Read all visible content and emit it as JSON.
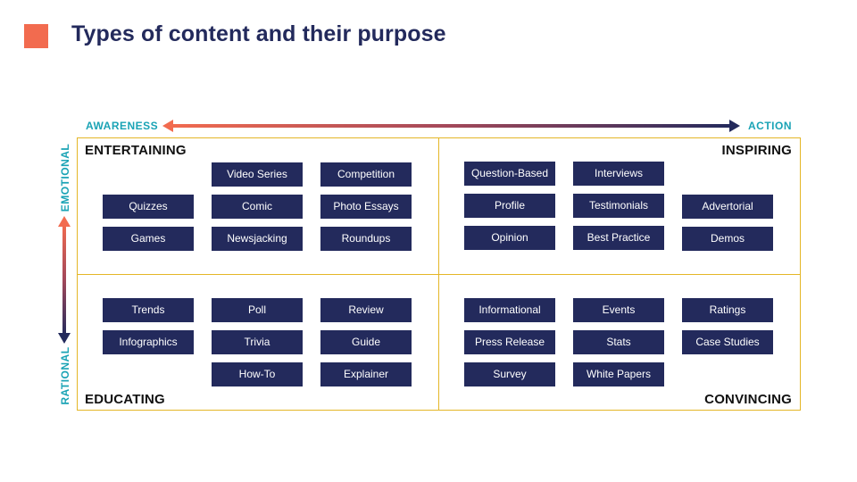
{
  "title": "Types of content and their purpose",
  "axes": {
    "horizontal": {
      "left": "AWARENESS",
      "right": "ACTION"
    },
    "vertical": {
      "top": "EMOTIONAL",
      "bottom": "RATIONAL"
    }
  },
  "colors": {
    "accent": "#f26b4f",
    "navy": "#232a5c",
    "teal": "#1aa3b5",
    "grid": "#e4b627"
  },
  "quadrants": {
    "entertaining": {
      "label": "ENTERTAINING",
      "items": [
        "Video Series",
        "Competition",
        "Quizzes",
        "Comic",
        "Photo Essays",
        "Games",
        "Newsjacking",
        "Roundups"
      ]
    },
    "inspiring": {
      "label": "INSPIRING",
      "items": [
        "Question-Based",
        "Interviews",
        "Profile",
        "Testimonials",
        "Advertorial",
        "Opinion",
        "Best Practice",
        "Demos"
      ]
    },
    "educating": {
      "label": "EDUCATING",
      "items": [
        "Trends",
        "Poll",
        "Review",
        "Infographics",
        "Trivia",
        "Guide",
        "How-To",
        "Explainer"
      ]
    },
    "convincing": {
      "label": "CONVINCING",
      "items": [
        "Informational",
        "Events",
        "Ratings",
        "Press Release",
        "Stats",
        "Case Studies",
        "Survey",
        "White Papers"
      ]
    }
  }
}
